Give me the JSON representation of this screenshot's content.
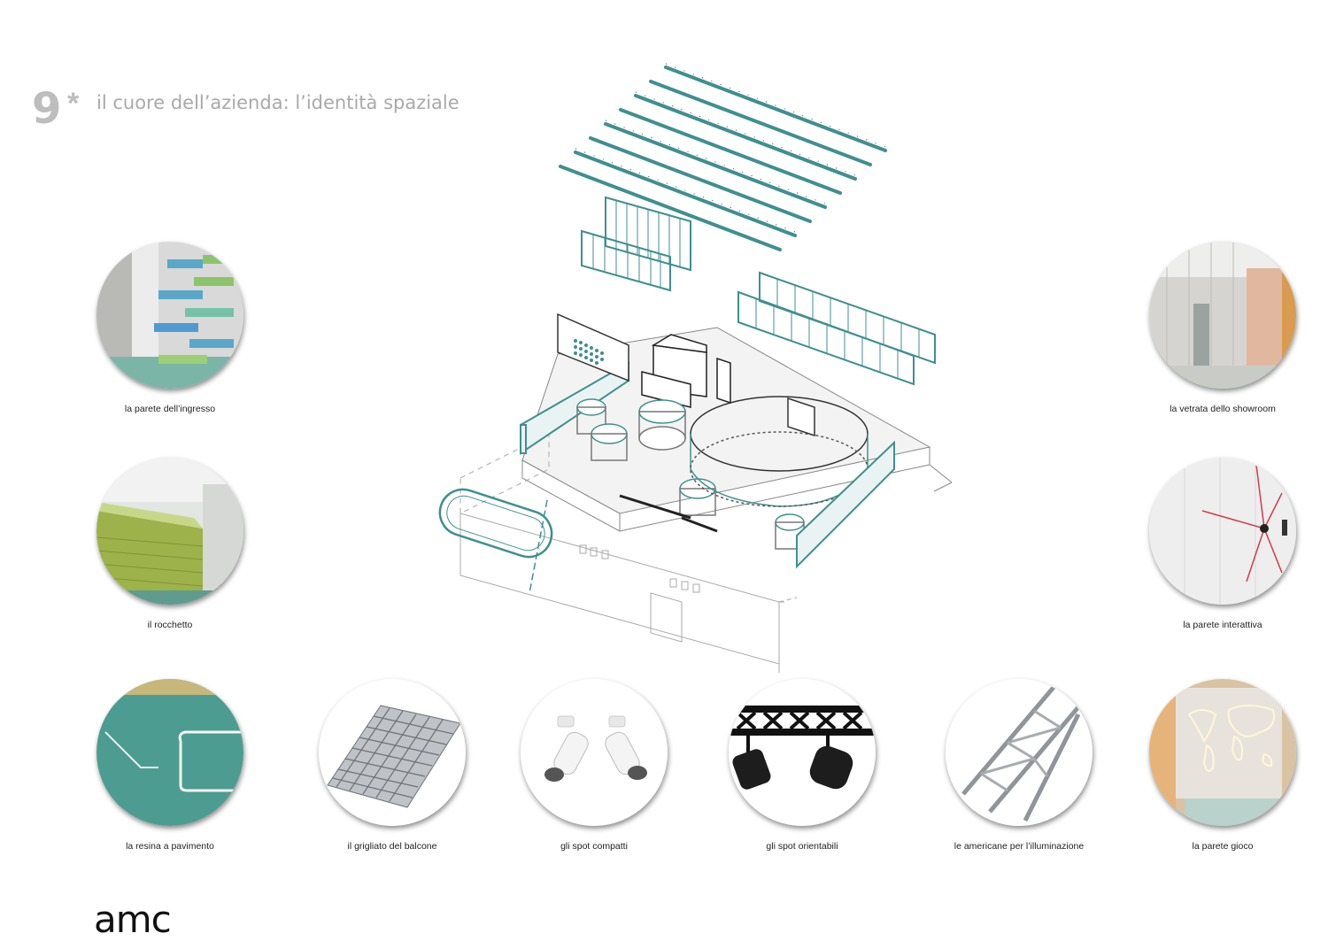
{
  "header": {
    "number": "9",
    "asterisk": "*",
    "title": "il cuore dell’azienda: l’identità spaziale"
  },
  "items": [
    {
      "label": "la parete dell’ingresso",
      "icon": "entrance-wall-photo"
    },
    {
      "label": "il rocchetto",
      "icon": "spool-photo"
    },
    {
      "label": "la resina a pavimento",
      "icon": "resin-floor-photo"
    },
    {
      "label": "il grigliato del balcone",
      "icon": "balcony-grating-photo"
    },
    {
      "label": "gli spot compatti",
      "icon": "compact-spotlights-photo"
    },
    {
      "label": "gli spot orientabili",
      "icon": "adjustable-spotlights-photo"
    },
    {
      "label": "le americane per l’illuminazione",
      "icon": "lighting-truss-photo"
    },
    {
      "label": "la parete gioco",
      "icon": "play-wall-photo"
    },
    {
      "label": "la parete interattiva",
      "icon": "interactive-wall-photo"
    },
    {
      "label": "la vetrata dello showroom",
      "icon": "showroom-glazing-photo"
    }
  ],
  "logo": "amc",
  "colors": {
    "accent": "#3f8f8f",
    "line": "#555555",
    "title": "#a9a9a9"
  }
}
